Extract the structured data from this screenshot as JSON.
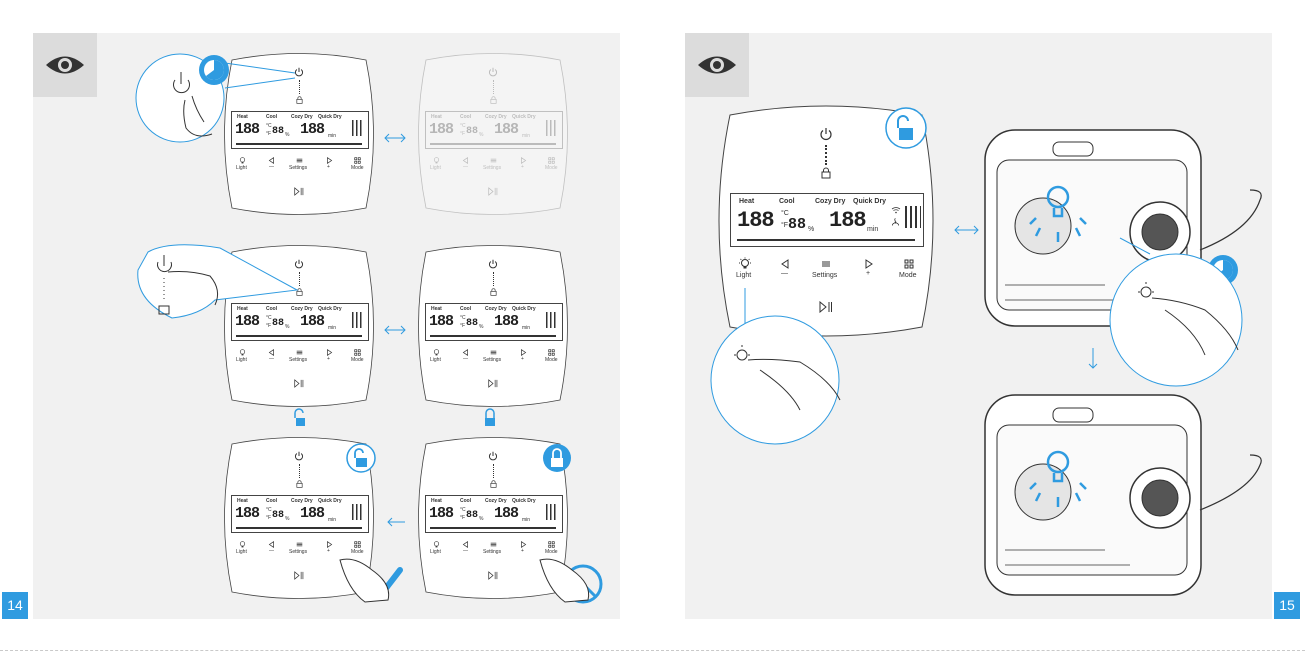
{
  "pages": {
    "left_number": "14",
    "right_number": "15"
  },
  "icons": {
    "eye": "eye-icon",
    "power": "power-icon",
    "lock": "lock-icon",
    "unlock": "unlock-icon",
    "light": "bulb-icon",
    "check": "check-icon",
    "prohibited": "prohibited-icon",
    "play_pause": "play-pause-icon",
    "arrow": "double-arrow-icon"
  },
  "panel": {
    "modes": [
      "Heat",
      "Cool",
      "Cozy Dry",
      "Quick Dry"
    ],
    "digits_temp": "188",
    "unit_c": "°C",
    "unit_f": "°F",
    "digits_hum": "88",
    "unit_pct": "%",
    "digits_time": "188",
    "unit_min": "min",
    "light_label": "Light",
    "minus_label": "—",
    "settings_label": "Settings",
    "plus_label": "+",
    "mode_label": "Mode"
  },
  "colors": {
    "accent": "#2f9be0",
    "page_bg": "#f1f1f1",
    "eye_box": "#dcdcdc",
    "line": "#333333"
  }
}
